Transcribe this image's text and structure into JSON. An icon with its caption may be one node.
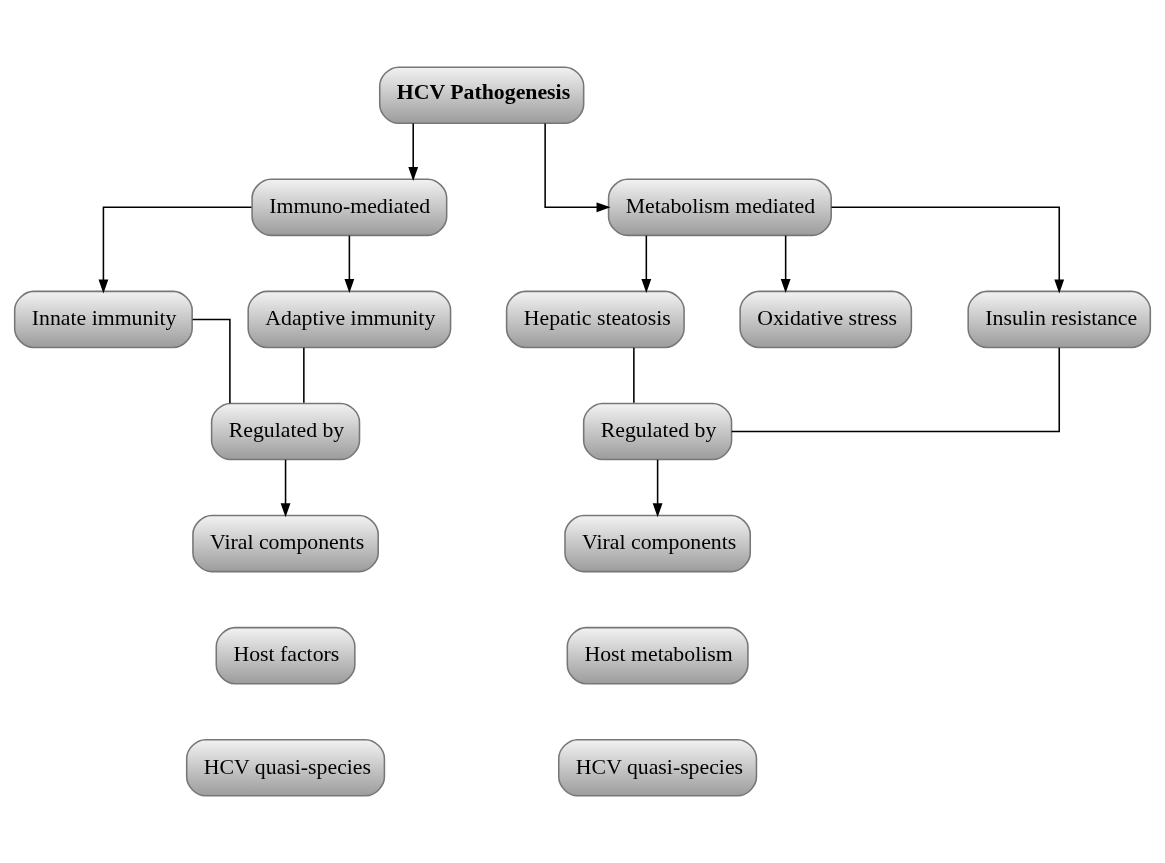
{
  "diagram": {
    "nodes": [
      {
        "text": [
          "HCV Pathogenesis"
        ]
      },
      {
        "text": [
          "Immuno-mediated"
        ]
      },
      {
        "text": [
          "Metabolism mediated"
        ]
      },
      {
        "text": [
          "Innate immunity"
        ]
      },
      {
        "text": [
          "Adaptive immunity"
        ]
      },
      {
        "text": [
          "Hepatic steatosis"
        ]
      },
      {
        "text": [
          "Oxidative stress"
        ]
      },
      {
        "text": [
          "Insulin resistance"
        ]
      },
      {
        "text": [
          "Regulated by"
        ]
      },
      {
        "text": [
          "Viral components"
        ]
      },
      {
        "text": [
          "Host factors"
        ]
      },
      {
        "text": [
          "HCV quasi-species"
        ]
      },
      {
        "text": [
          "Regulated by"
        ]
      },
      {
        "text": [
          "Viral components"
        ]
      },
      {
        "text": [
          "Host metabolism"
        ]
      },
      {
        "text": [
          "HCV quasi-species"
        ]
      }
    ],
    "edges": [
      {
        "from": 0,
        "to": 1,
        "arrow": "to"
      },
      {
        "from": 0,
        "to": 2,
        "arrow": "to"
      },
      {
        "from": 1,
        "to": 3,
        "arrow": "to"
      },
      {
        "from": 1,
        "to": 4,
        "arrow": "to"
      },
      {
        "from": 2,
        "to": 5,
        "arrow": "to"
      },
      {
        "from": 2,
        "to": 6,
        "arrow": "to"
      },
      {
        "from": 2,
        "to": 7,
        "arrow": "to"
      },
      {
        "from": 3,
        "to": 8,
        "arrow": "none"
      },
      {
        "from": 4,
        "to": 8,
        "arrow": "none"
      },
      {
        "from": 5,
        "to": 12,
        "arrow": "none"
      },
      {
        "from": 7,
        "to": 12,
        "arrow": "none"
      },
      {
        "from": 8,
        "to": 9,
        "arrow": "to"
      },
      {
        "from": 12,
        "to": 13,
        "arrow": "to"
      }
    ]
  }
}
